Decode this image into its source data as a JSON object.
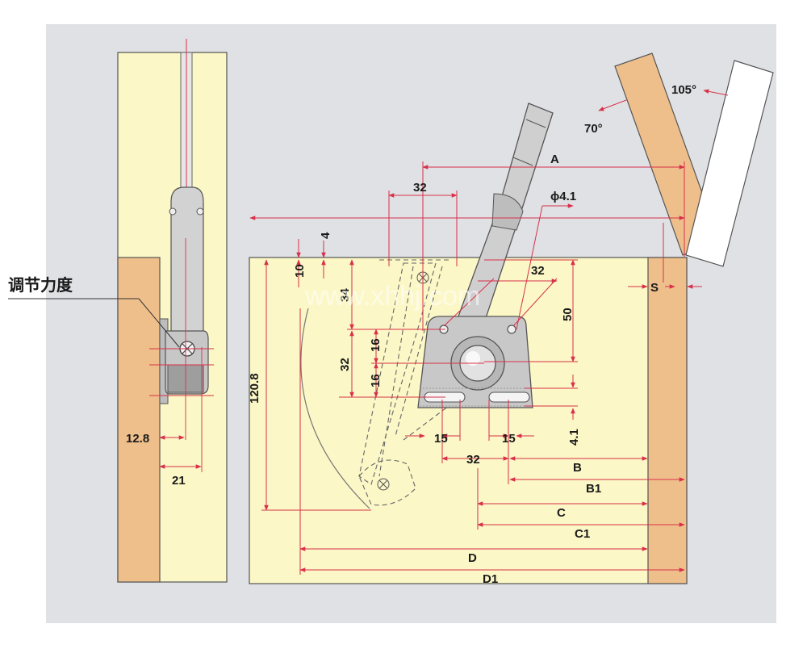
{
  "colors": {
    "background": "#dfe1e4",
    "cabinet_fill": "#fbf7c6",
    "wood_fill": "#efbf8b",
    "metal_fill": "#c9c9c9",
    "dimension_line": "#d9304a",
    "text": "#1a1a1a"
  },
  "callout": {
    "adjust_force": "调节力度"
  },
  "watermark": "www.xhhj.com",
  "angles": {
    "open_max": "105°",
    "open_min": "70°"
  },
  "side_view": {
    "dim_12_8": "12.8",
    "dim_21": "21"
  },
  "front_view": {
    "dim_A": "A",
    "dim_B": "B",
    "dim_B1": "B1",
    "dim_C": "C",
    "dim_C1": "C1",
    "dim_D": "D",
    "dim_D1": "D1",
    "dim_S": "S",
    "dim_32_top": "32",
    "dim_phi": "ϕ4.1",
    "dim_32_diag": "32",
    "dim_50": "50",
    "dim_4": "4",
    "dim_10": "10",
    "dim_34": "34",
    "dim_32_left": "32",
    "dim_16_a": "16",
    "dim_16_b": "16",
    "dim_120_8": "120.8",
    "dim_15_a": "15",
    "dim_15_b": "15",
    "dim_4_1": "4.1",
    "dim_32_bottom": "32"
  }
}
